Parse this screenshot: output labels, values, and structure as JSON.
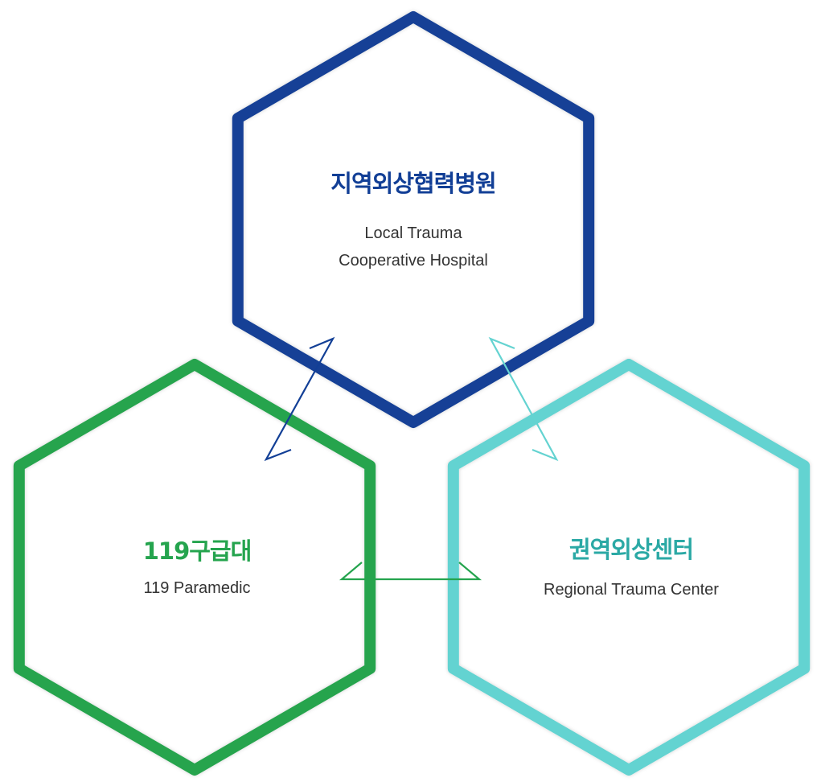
{
  "colors": {
    "blue": "#123F96",
    "green": "#25A44E",
    "cyan": "#64D3D1",
    "cyan_text": "#2BA9A5"
  },
  "nodes": {
    "local": {
      "title": "지역외상협력병원",
      "subtitle_line1": "Local Trauma",
      "subtitle_line2": "Cooperative Hospital"
    },
    "paramedic": {
      "title": "119구급대",
      "subtitle": "119 Paramedic"
    },
    "regional": {
      "title": "권역외상센터",
      "subtitle": "Regional Trauma Center"
    }
  }
}
